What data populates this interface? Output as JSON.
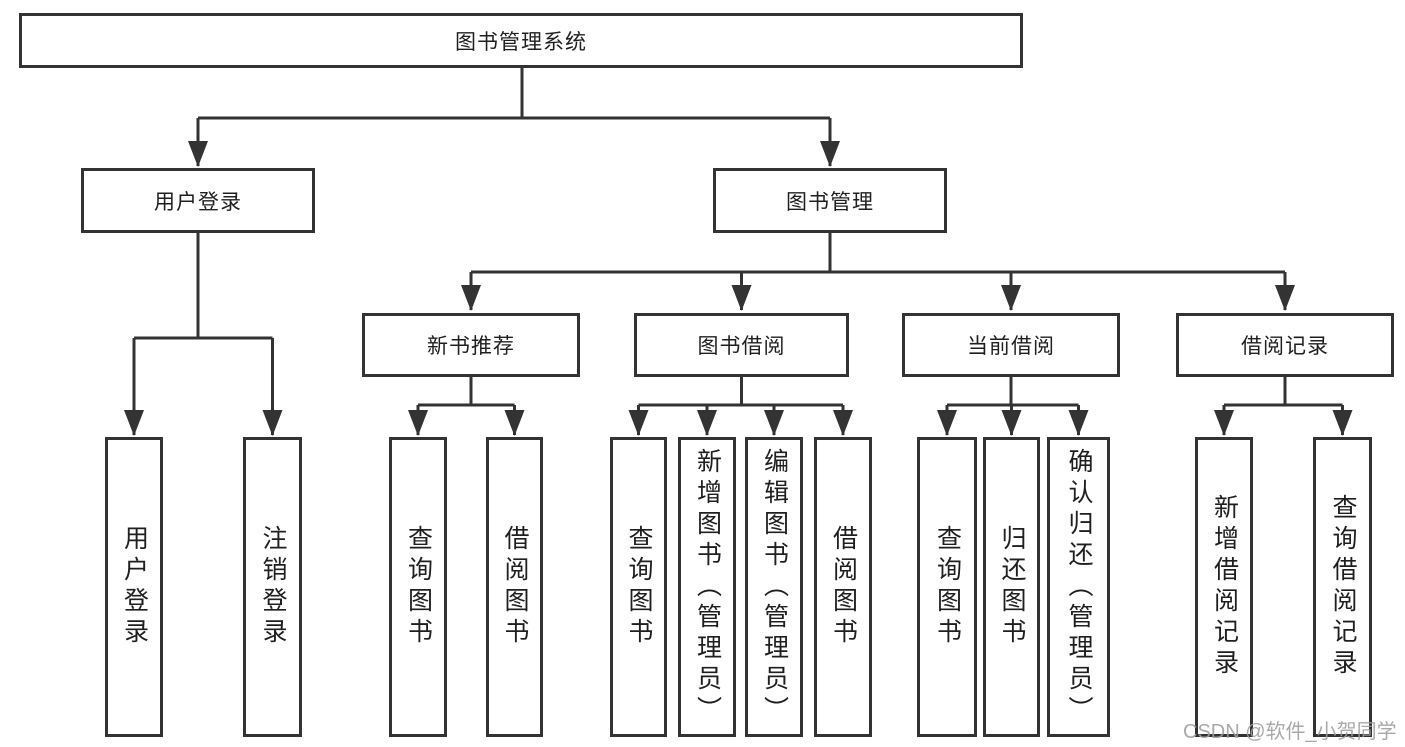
{
  "diagram": {
    "type": "hierarchy-tree",
    "root": {
      "label": "图书管理系统"
    },
    "level2": [
      {
        "label": "用户登录"
      },
      {
        "label": "图书管理"
      }
    ],
    "level3": [
      {
        "parent": "图书管理",
        "label": "新书推荐"
      },
      {
        "parent": "图书管理",
        "label": "图书借阅"
      },
      {
        "parent": "图书管理",
        "label": "当前借阅"
      },
      {
        "parent": "图书管理",
        "label": "借阅记录"
      }
    ],
    "level4": [
      {
        "parent": "用户登录",
        "label": "用户登录"
      },
      {
        "parent": "用户登录",
        "label": "注销登录"
      },
      {
        "parent": "新书推荐",
        "label": "查询图书"
      },
      {
        "parent": "新书推荐",
        "label": "借阅图书"
      },
      {
        "parent": "图书借阅",
        "label": "查询图书"
      },
      {
        "parent": "图书借阅",
        "label": "新增图书（管理员）"
      },
      {
        "parent": "图书借阅",
        "label": "编辑图书（管理员）"
      },
      {
        "parent": "图书借阅",
        "label": "借阅图书"
      },
      {
        "parent": "当前借阅",
        "label": "查询图书"
      },
      {
        "parent": "当前借阅",
        "label": "归还图书"
      },
      {
        "parent": "当前借阅",
        "label": "确认归还（管理员）"
      },
      {
        "parent": "借阅记录",
        "label": "新增借阅记录"
      },
      {
        "parent": "借阅记录",
        "label": "查询借阅记录"
      }
    ],
    "watermark": "CSDN @软件_小贺同学",
    "colors": {
      "line": "#333333",
      "box_border": "#333333",
      "text": "#1f1f1f",
      "watermark": "#9e9e9e",
      "background": "#ffffff"
    }
  }
}
